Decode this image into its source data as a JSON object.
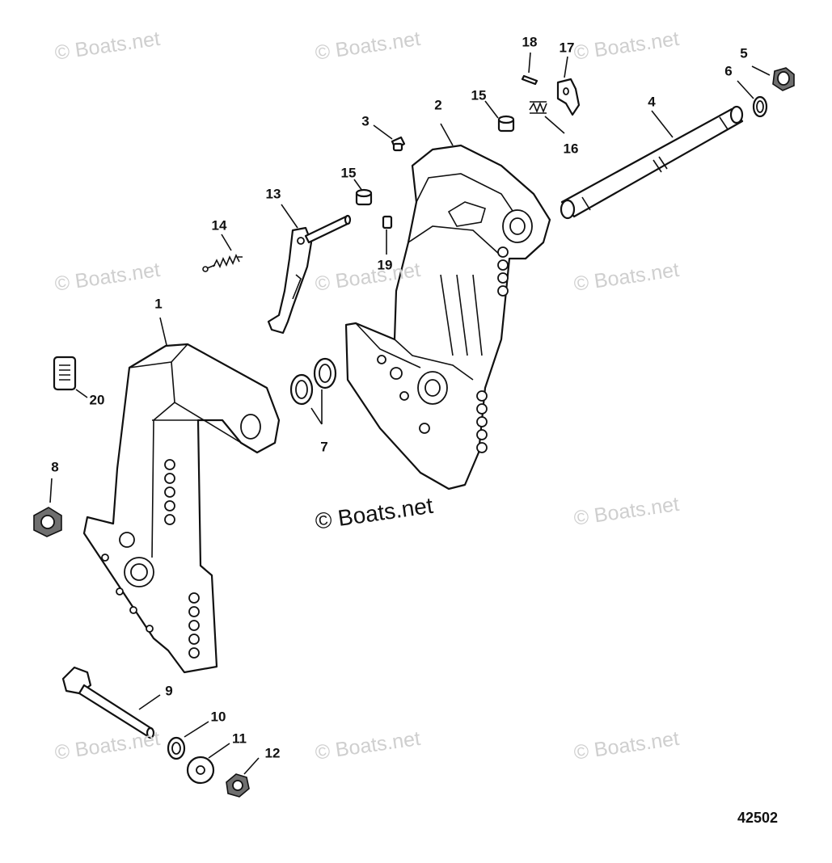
{
  "watermarks": [
    "© Boats.net",
    "© Boats.net",
    "© Boats.net",
    "© Boats.net",
    "© Boats.net",
    "© Boats.net",
    "© Boats.net",
    "© Boats.net",
    "© Boats.net",
    "© Boats.net"
  ],
  "main_watermark": "© Boats.net",
  "figure_number": "42502",
  "callouts": [
    "1",
    "2",
    "3",
    "4",
    "5",
    "6",
    "7",
    "8",
    "9",
    "10",
    "11",
    "12",
    "13",
    "14",
    "15",
    "15",
    "16",
    "17",
    "18",
    "19",
    "20"
  ]
}
